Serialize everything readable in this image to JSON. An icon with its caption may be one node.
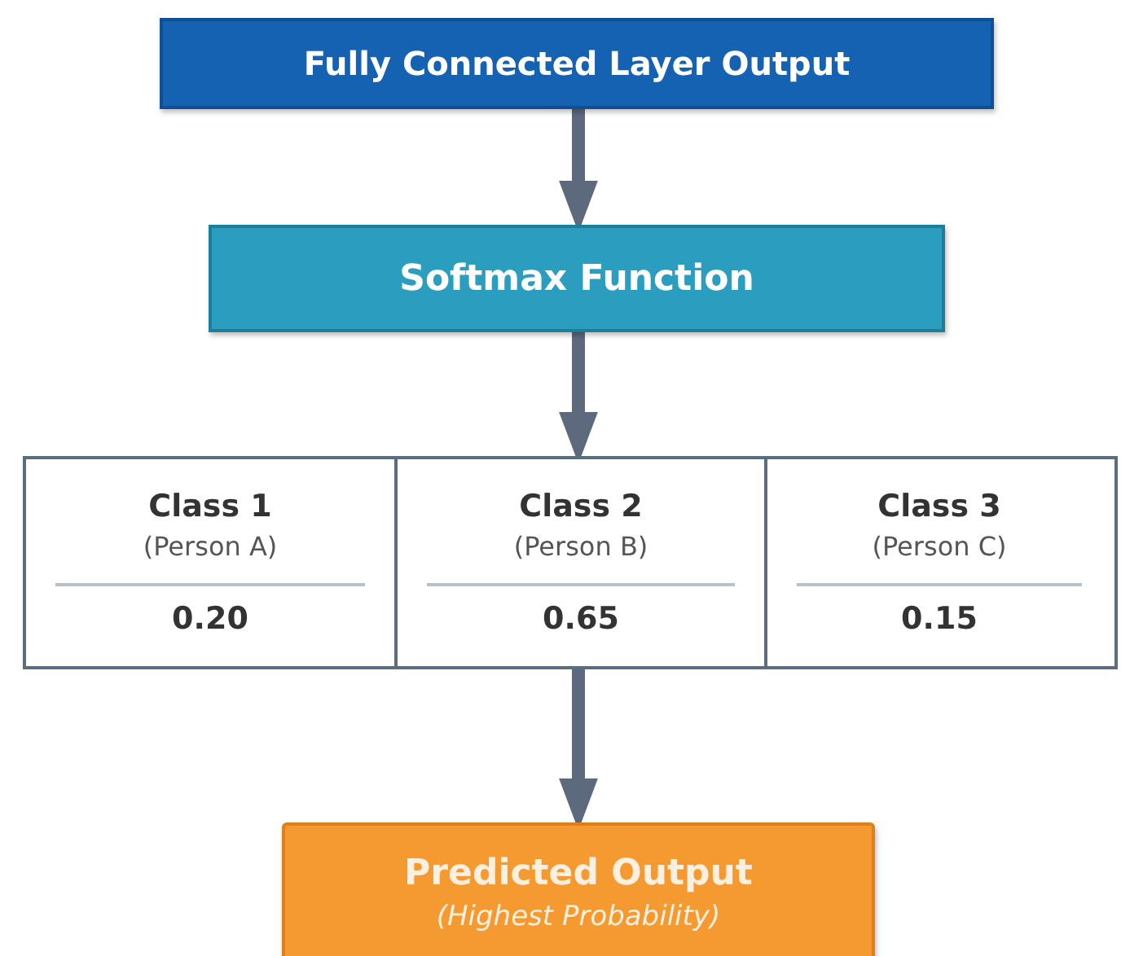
{
  "diagram": {
    "nodes": [
      {
        "text": [
          "Fully Connected Layer Output"
        ]
      },
      {
        "text": [
          "Softmax Function"
        ]
      },
      {
        "text": [],
        "shape": "box"
      },
      {
        "text": [
          "Class 1",
          "(Person A)",
          "0.20"
        ],
        "in": 2
      },
      {
        "text": [
          "Class 2",
          "(Person B)",
          "0.65"
        ],
        "in": 2
      },
      {
        "text": [
          "Class 3",
          "(Person C)",
          "0.15"
        ],
        "in": 2
      },
      {
        "text": [
          "Predicted Output",
          "(Highest Probability)"
        ]
      }
    ],
    "edges": [
      {
        "from": 0,
        "to": 1,
        "arrow": "to"
      },
      {
        "from": 1,
        "to": 2,
        "arrow": "to"
      },
      {
        "from": 2,
        "to": 6,
        "arrow": "to"
      }
    ]
  }
}
